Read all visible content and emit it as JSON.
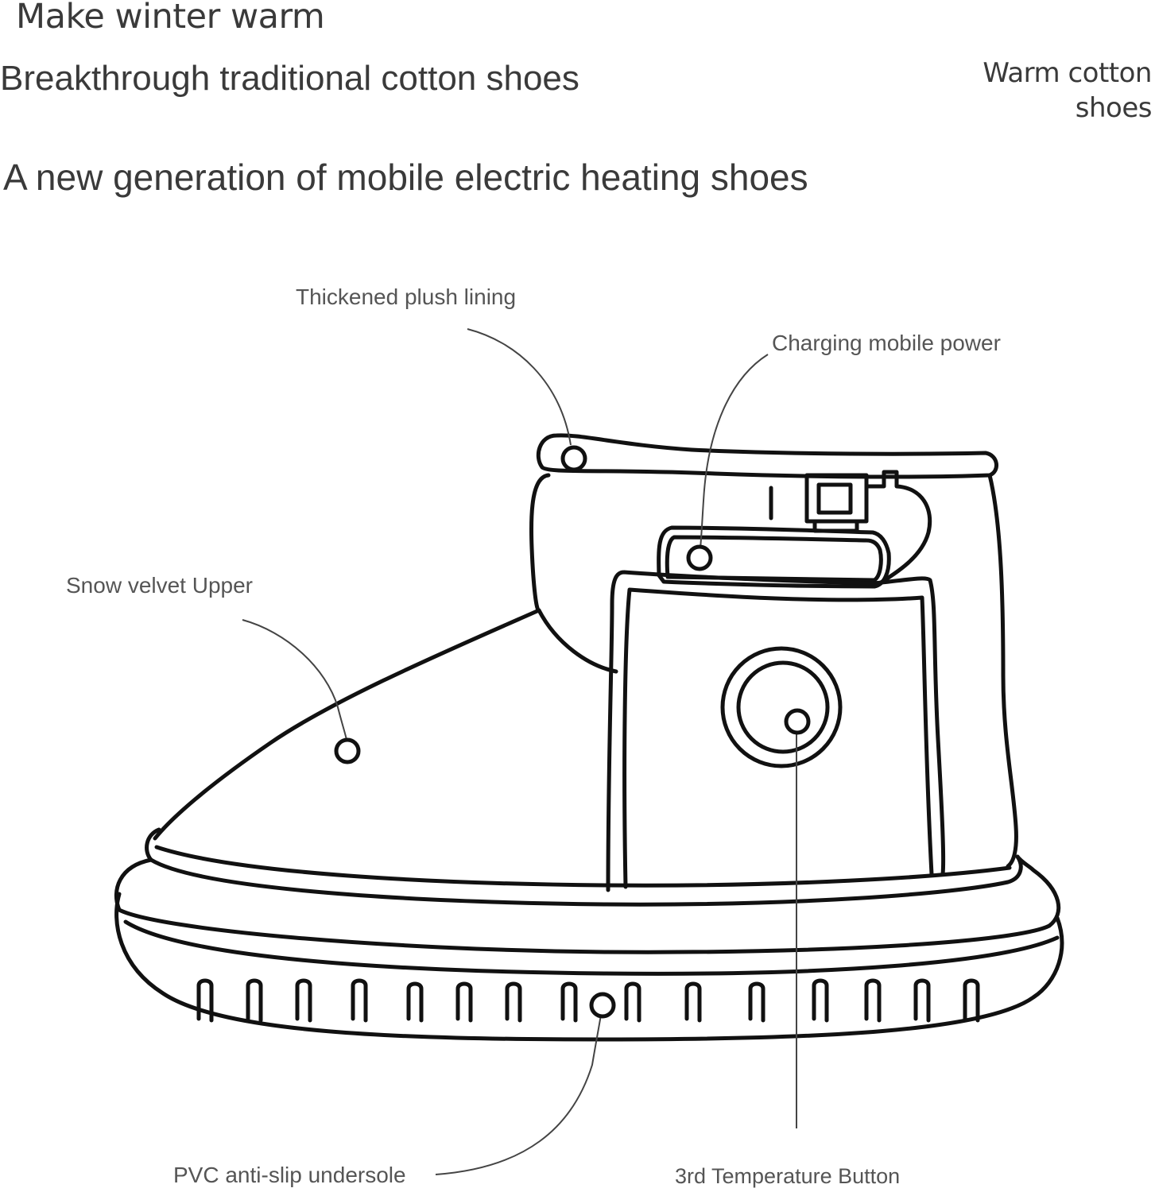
{
  "header": {
    "headline": "Make winter warm",
    "subline1": "Breakthrough traditional cotton shoes",
    "subline2": "A new generation of mobile electric heating shoes",
    "badge_line1": "Warm cotton",
    "badge_line2": "shoes"
  },
  "diagram": {
    "subject": "heated boot line drawing",
    "callouts": {
      "lining": "Thickened plush lining",
      "power": "Charging mobile power",
      "upper": "Snow velvet Upper",
      "sole": "PVC anti-slip undersole",
      "button": "3rd Temperature Button"
    },
    "line_color": "#111111",
    "leader_color": "#444444"
  }
}
